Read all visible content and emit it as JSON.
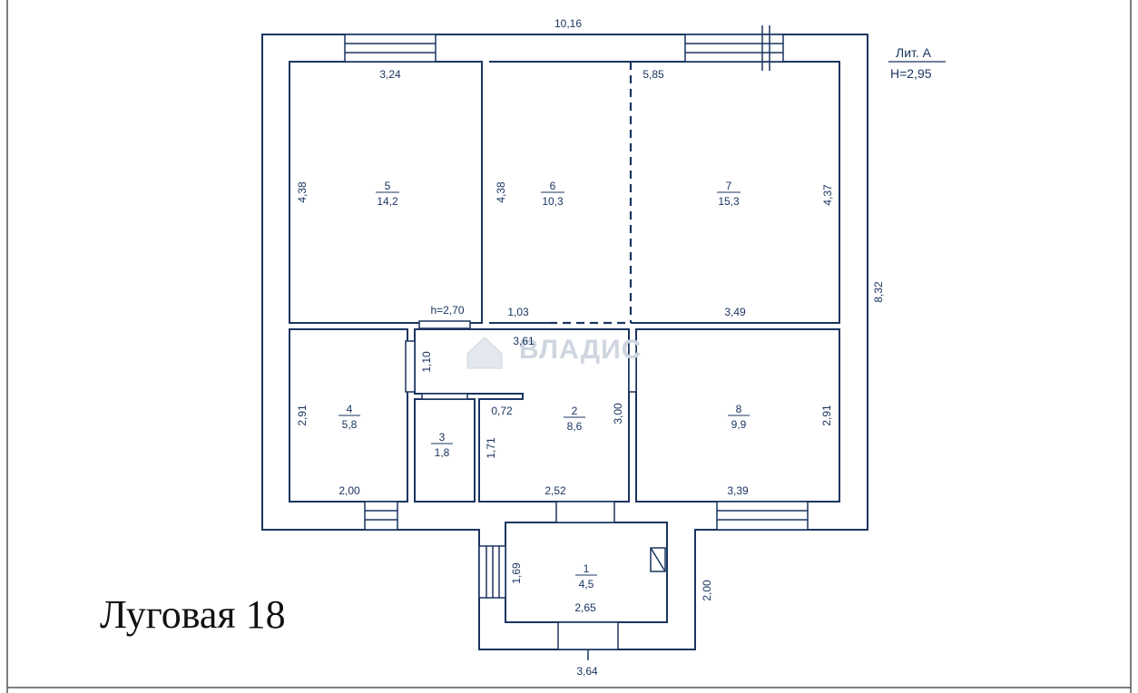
{
  "title": "Луговая 18",
  "lit": {
    "label": "Лит. А",
    "height": "Н=2,95"
  },
  "watermark": "ВЛАДИС",
  "colors": {
    "wall": "#1a3560",
    "title": "#111111",
    "background": "#ffffff"
  },
  "rooms": [
    {
      "id": "5",
      "area": "14,2"
    },
    {
      "id": "6",
      "area": "10,3"
    },
    {
      "id": "7",
      "area": "15,3"
    },
    {
      "id": "4",
      "area": "5,8"
    },
    {
      "id": "3",
      "area": "1,8"
    },
    {
      "id": "2",
      "area": "8,6"
    },
    {
      "id": "8",
      "area": "9,9"
    },
    {
      "id": "1",
      "area": "4,5"
    }
  ],
  "dims": {
    "overall_width": "10,16",
    "overall_height": "8,32",
    "r5_width": "3,24",
    "r5_height": "4,38",
    "r5_door_height": "h=2,70",
    "r67_width": "5,85",
    "r6_height": "4,38",
    "r6_bottom": "1,03",
    "r7_height": "4,37",
    "r7_bottom": "3,49",
    "hall_top": "3,61",
    "hall_height": "1,10",
    "r4_height": "2,91",
    "r4_width": "2,00",
    "r3_side": "1,71",
    "r2_notch": "0,72",
    "r2_height": "3,00",
    "r2_width": "2,52",
    "r8_height": "2,91",
    "r8_width": "3,39",
    "r1_height": "1,69",
    "r1_width": "2,65",
    "porch_height": "2,00",
    "porch_width": "3,64"
  }
}
